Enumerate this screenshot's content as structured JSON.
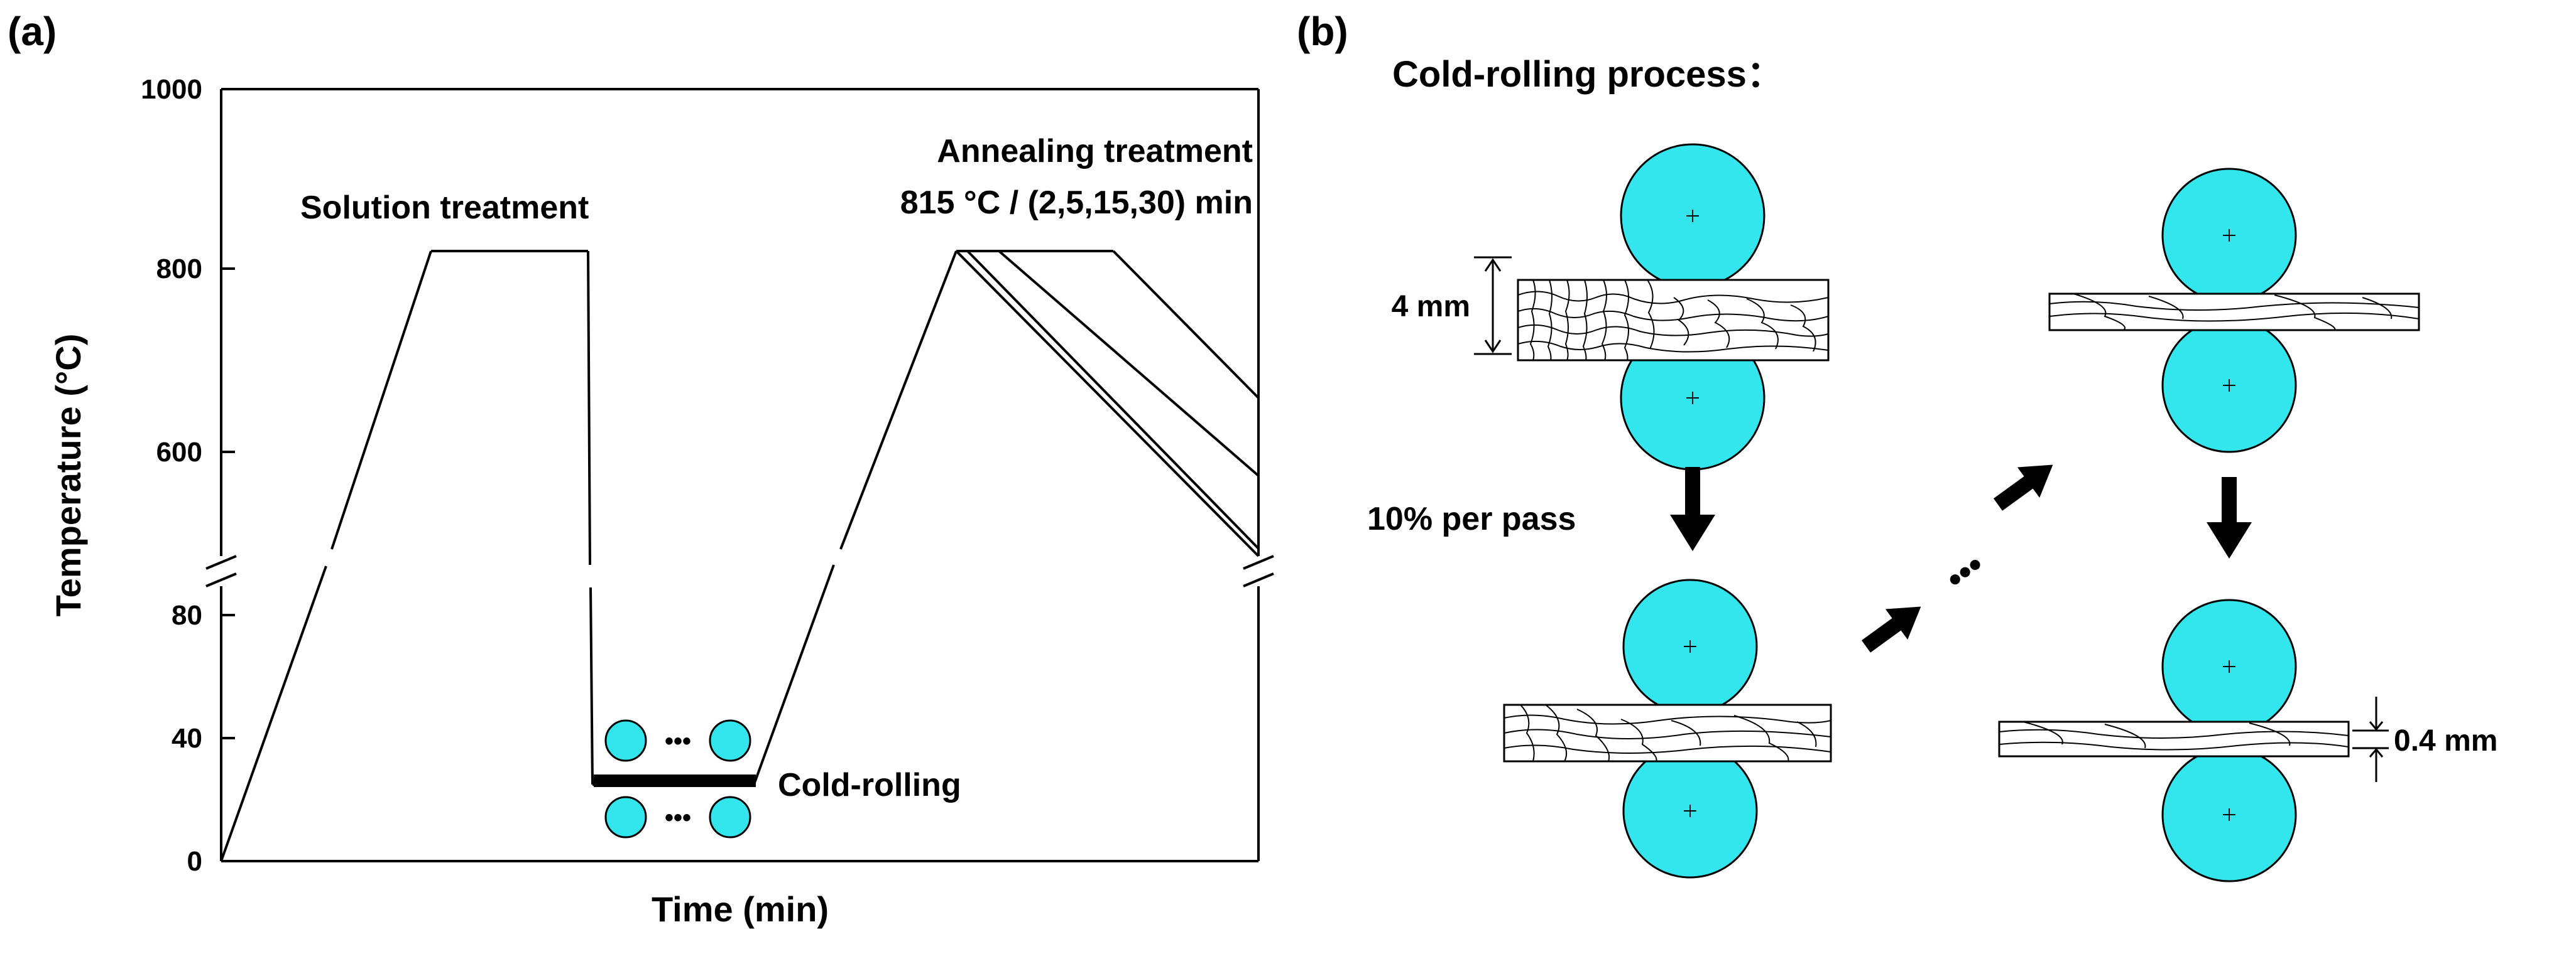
{
  "panel_a": {
    "label": "(a)",
    "y_axis_label": "Temperature (°C)",
    "x_axis_label": "Time (min)",
    "y_ticks_upper": [
      "1000",
      "800",
      "600"
    ],
    "y_ticks_lower": [
      "80",
      "40",
      "0"
    ],
    "solution_label": "Solution treatment",
    "annealing_label": "Annealing treatment",
    "annealing_params": "815 °C / (2,5,15,30) min",
    "cold_rolling_label": "Cold-rolling",
    "ellipsis": "•••"
  },
  "panel_b": {
    "label": "(b)",
    "title": "Cold-rolling process：",
    "thickness_initial": "4 mm",
    "thickness_final": "0.4 mm",
    "reduction_label": "10% per pass",
    "ellipsis": "•••"
  },
  "colors": {
    "roller_fill": "#33e6ee",
    "line": "#000000"
  }
}
